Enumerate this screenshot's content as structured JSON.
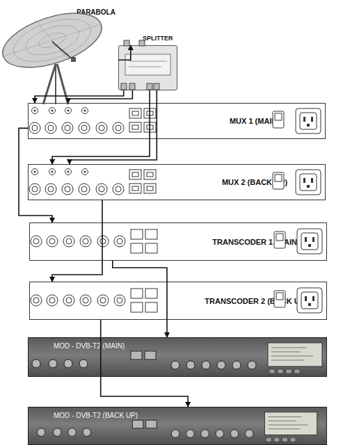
{
  "diagram": {
    "nodes": [
      {
        "text": [
          "PARABOLA"
        ]
      },
      {
        "text": [
          "SPLITTER"
        ]
      },
      {
        "text": [
          "MUX 1 (MAIN)"
        ]
      },
      {
        "text": [
          "MUX 2 (BACK UP)"
        ]
      },
      {
        "text": [
          "TRANSCODER 1 (MAIN)"
        ]
      },
      {
        "text": [
          "TRANSCODER 2 (BACK UP)"
        ]
      },
      {
        "text": [
          "MOD - DVB-T2 (MAIN)"
        ]
      },
      {
        "text": [
          "MOD - DVB-T2 (BACK UP)"
        ]
      }
    ],
    "edges": [
      {
        "from": 0,
        "to": 1,
        "arrow": "to"
      },
      {
        "from": 1,
        "to": 2,
        "arrow": "to"
      },
      {
        "from": 1,
        "to": 2,
        "arrow": "to"
      },
      {
        "from": 1,
        "to": 3,
        "arrow": "to"
      },
      {
        "from": 1,
        "to": 3,
        "arrow": "to"
      },
      {
        "from": 2,
        "to": 4,
        "arrow": "to"
      },
      {
        "from": 3,
        "to": 5,
        "arrow": "to"
      },
      {
        "from": 4,
        "to": 6,
        "arrow": "to"
      },
      {
        "from": 5,
        "to": 7,
        "arrow": "to"
      }
    ]
  }
}
